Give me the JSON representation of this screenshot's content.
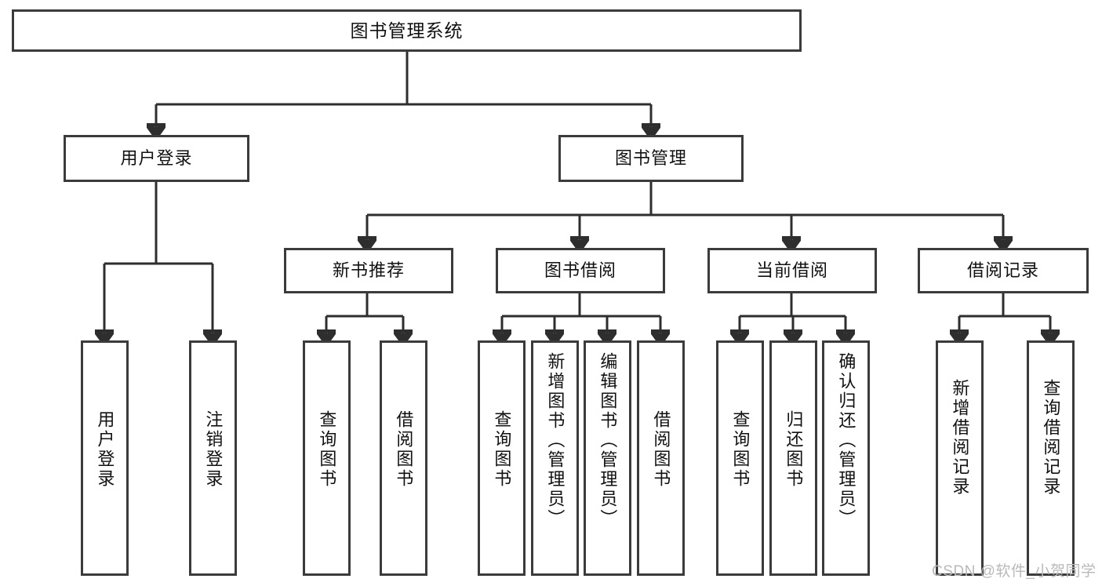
{
  "diagram": {
    "title": "图书管理系统",
    "type": "tree-hierarchy",
    "root": {
      "label": "图书管理系统"
    },
    "level2": [
      {
        "label": "用户登录"
      },
      {
        "label": "图书管理"
      }
    ],
    "level3": [
      {
        "label": "新书推荐"
      },
      {
        "label": "图书借阅"
      },
      {
        "label": "当前借阅"
      },
      {
        "label": "借阅记录"
      }
    ],
    "leaves": {
      "user_login": [
        {
          "label": "用户登录"
        },
        {
          "label": "注销登录"
        }
      ],
      "new_book_recommend": [
        {
          "label": "查询图书"
        },
        {
          "label": "借阅图书"
        }
      ],
      "book_borrow": [
        {
          "label": "查询图书"
        },
        {
          "label": "新增图书（管理员）"
        },
        {
          "label": "编辑图书（管理员）"
        },
        {
          "label": "借阅图书"
        }
      ],
      "current_borrow": [
        {
          "label": "查询图书"
        },
        {
          "label": "归还图书"
        },
        {
          "label": "确认归还（管理员）"
        }
      ],
      "borrow_record": [
        {
          "label": "新增借阅记录"
        },
        {
          "label": "查询借阅记录"
        }
      ]
    }
  },
  "watermark": {
    "text": "CSDN @软件_小贺同学"
  },
  "colors": {
    "box_border": "#3b3b3b",
    "connector": "#2e2e2e",
    "background": "#ffffff",
    "text": "#111111",
    "watermark": "#b9b9b9"
  }
}
